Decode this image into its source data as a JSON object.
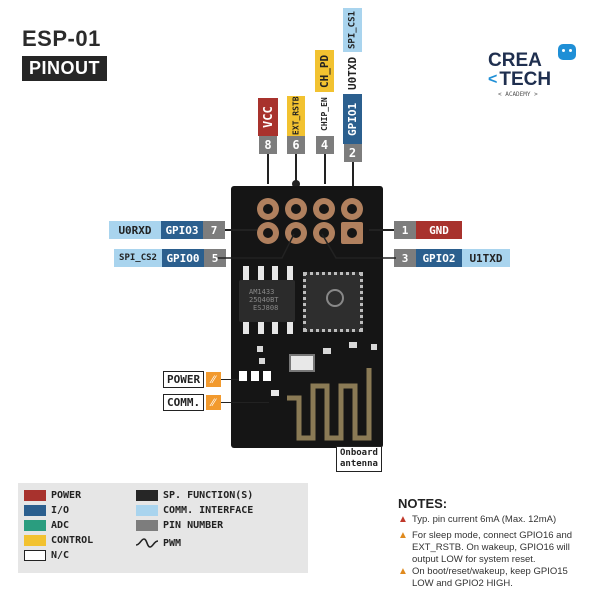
{
  "header": {
    "title": "ESP-01",
    "badge": "PINOUT"
  },
  "logo": {
    "line1a": "CREA",
    "line1b": "TECH",
    "sub": "< ACADEMY >"
  },
  "top_pins": [
    {
      "num": "8",
      "labels": [
        "VCC"
      ]
    },
    {
      "num": "6",
      "labels": [
        "EXT_RSTB"
      ]
    },
    {
      "num": "4",
      "labels": [
        "CHIP_EN",
        "CH_PD"
      ]
    },
    {
      "num": "2",
      "labels": [
        "GPIO1",
        "U0TXD",
        "SPI_CS1"
      ]
    }
  ],
  "left_pins": [
    {
      "num": "7",
      "a": "U0RXD",
      "b": "GPIO3"
    },
    {
      "num": "5",
      "a": "SPI_CS2",
      "b": "GPIO0"
    }
  ],
  "right_pins": [
    {
      "num": "1",
      "a": "GND"
    },
    {
      "num": "3",
      "a": "GPIO2",
      "b": "U1TXD"
    }
  ],
  "chip_text": {
    "line1": "AM1433",
    "line2": "25Q40BT",
    "line3": "ESJ808"
  },
  "indicators": {
    "power": "POWER",
    "comm": "COMM."
  },
  "antenna": {
    "line1": "Onboard",
    "line2": "antenna"
  },
  "legend": {
    "power": "POWER",
    "io": "I/O",
    "adc": "ADC",
    "control": "CONTROL",
    "nc": "N/C",
    "sp": "SP. FUNCTION(S)",
    "comm": "COMM. INTERFACE",
    "pinnum": "PIN NUMBER",
    "pwm": "PWM"
  },
  "notes": {
    "title": "NOTES:",
    "n1": "Typ. pin current 6mA (Max. 12mA)",
    "n2": "For sleep mode, connect GPIO16 and EXT_RSTB. On wakeup, GPIO16 will output LOW for system reset.",
    "n3": "On boot/reset/wakeup, keep GPIO15 LOW and GPIO2 HIGH."
  },
  "colors": {
    "power": "#a8322d",
    "io": "#2b5f8e",
    "adc": "#2a9d7f",
    "control": "#f2c230",
    "sp": "#262626",
    "comm": "#a9d4ee",
    "pinnum": "#7d7d7d",
    "pad": "#b0805e",
    "board": "#151515"
  }
}
